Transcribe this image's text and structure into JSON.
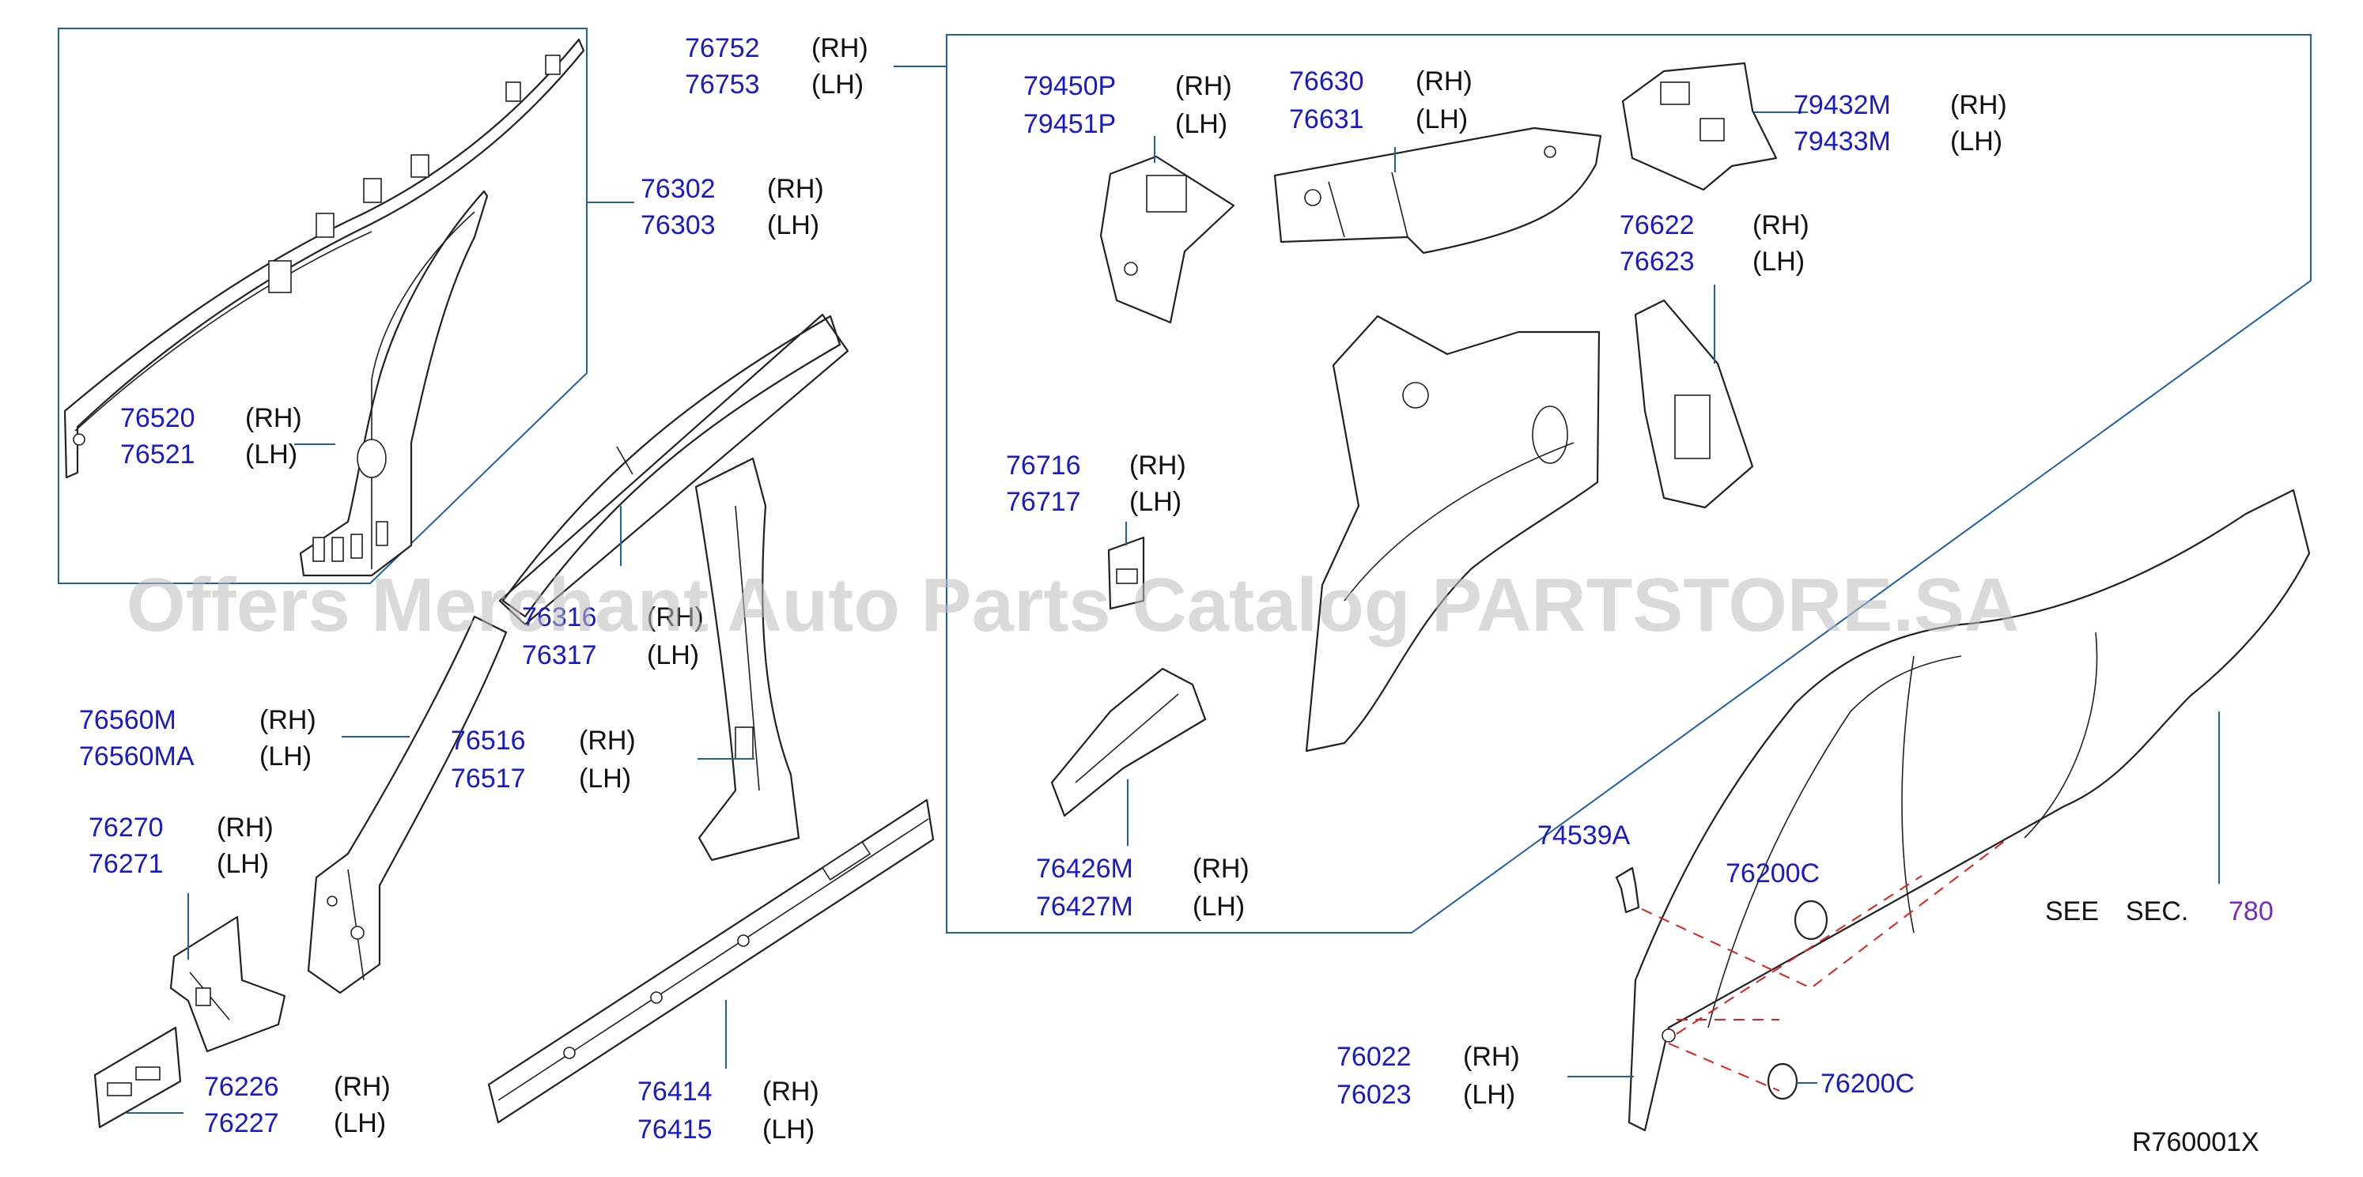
{
  "diagram": {
    "watermark": "Offers Merchant Auto Parts Catalog PARTSTORE.SA",
    "ref_code": "R760001X",
    "see_sec": {
      "see": "SEE",
      "sec": "SEC.",
      "number": "780"
    },
    "colors": {
      "part_number": "#1a1acc",
      "side": "#111111",
      "leader": "#1f5fa8",
      "fastener_path": "#e02020",
      "section_ref": "#7a2ab8"
    },
    "labels": [
      {
        "id": "76752",
        "rh": "76752",
        "lh": "76753",
        "rh_side": "(RH)",
        "lh_side": "(LH)"
      },
      {
        "id": "76302",
        "rh": "76302",
        "lh": "76303",
        "rh_side": "(RH)",
        "lh_side": "(LH)"
      },
      {
        "id": "76520",
        "rh": "76520",
        "lh": "76521",
        "rh_side": "(RH)",
        "lh_side": "(LH)"
      },
      {
        "id": "76316",
        "rh": "76316",
        "lh": "76317",
        "rh_side": "(RH)",
        "lh_side": "(LH)"
      },
      {
        "id": "76560M",
        "rh": "76560M",
        "lh": "76560MA",
        "rh_side": "(RH)",
        "lh_side": "(LH)"
      },
      {
        "id": "76516",
        "rh": "76516",
        "lh": "76517",
        "rh_side": "(RH)",
        "lh_side": "(LH)"
      },
      {
        "id": "76270",
        "rh": "76270",
        "lh": "76271",
        "rh_side": "(RH)",
        "lh_side": "(LH)"
      },
      {
        "id": "76226",
        "rh": "76226",
        "lh": "76227",
        "rh_side": "(RH)",
        "lh_side": "(LH)"
      },
      {
        "id": "76414",
        "rh": "76414",
        "lh": "76415",
        "rh_side": "(RH)",
        "lh_side": "(LH)"
      },
      {
        "id": "79450P",
        "rh": "79450P",
        "lh": "79451P",
        "rh_side": "(RH)",
        "lh_side": "(LH)"
      },
      {
        "id": "76630",
        "rh": "76630",
        "lh": "76631",
        "rh_side": "(RH)",
        "lh_side": "(LH)"
      },
      {
        "id": "79432M",
        "rh": "79432M",
        "lh": "79433M",
        "rh_side": "(RH)",
        "lh_side": "(LH)"
      },
      {
        "id": "76622",
        "rh": "76622",
        "lh": "76623",
        "rh_side": "(RH)",
        "lh_side": "(LH)"
      },
      {
        "id": "76716",
        "rh": "76716",
        "lh": "76717",
        "rh_side": "(RH)",
        "lh_side": "(LH)"
      },
      {
        "id": "76426M",
        "rh": "76426M",
        "lh": "76427M",
        "rh_side": "(RH)",
        "lh_side": "(LH)"
      },
      {
        "id": "76022",
        "rh": "76022",
        "lh": "76023",
        "rh_side": "(RH)",
        "lh_side": "(LH)"
      }
    ],
    "singles": [
      {
        "id": "74539A",
        "text": "74539A"
      },
      {
        "id": "76200C_top",
        "text": "76200C"
      },
      {
        "id": "76200C_bottom",
        "text": "76200C"
      }
    ]
  }
}
